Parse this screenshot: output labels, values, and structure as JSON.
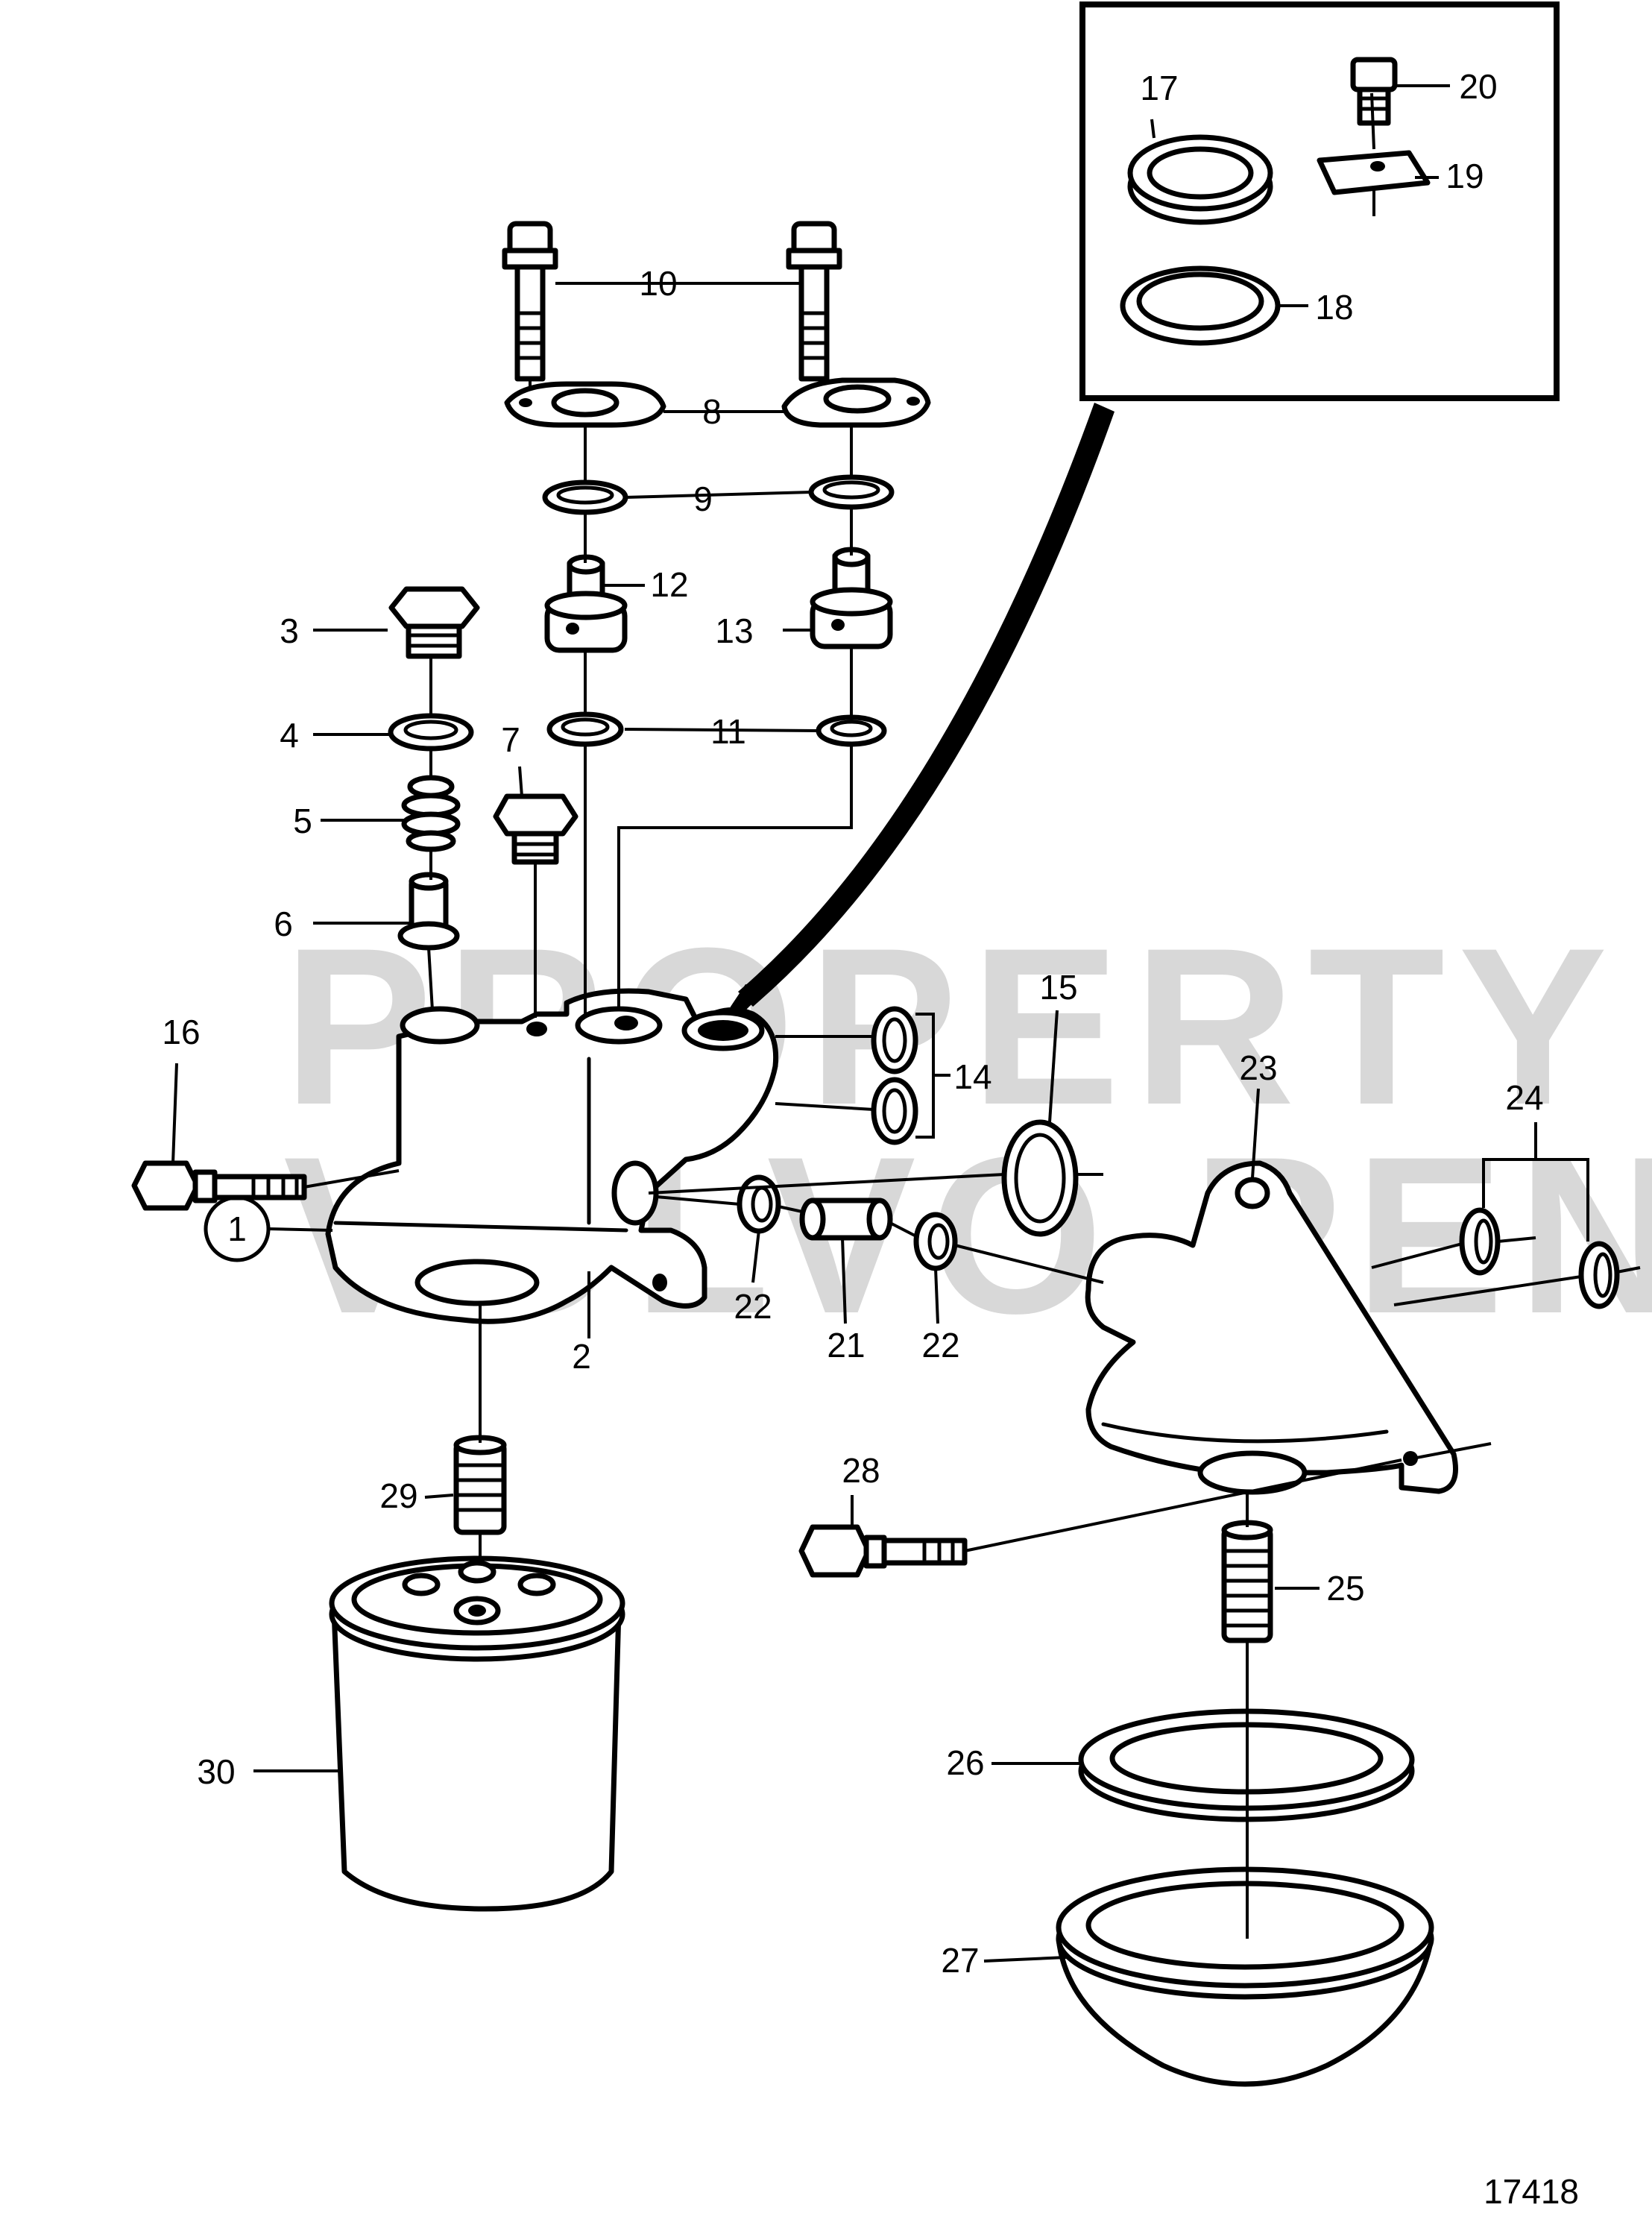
{
  "watermark": {
    "line1": "PROPERTY OF",
    "line2": "VOLVO PENTA"
  },
  "drawing_number": "17418",
  "callouts": {
    "c1": "1",
    "c2": "2",
    "c3": "3",
    "c4": "4",
    "c5": "5",
    "c6": "6",
    "c7": "7",
    "c8": "8",
    "c9": "9",
    "c10": "10",
    "c11": "11",
    "c12": "12",
    "c13": "13",
    "c14": "14",
    "c15": "15",
    "c16": "16",
    "c17": "17",
    "c18": "18",
    "c19": "19",
    "c20": "20",
    "c21": "21",
    "c22a": "22",
    "c22b": "22",
    "c23": "23",
    "c24": "24",
    "c25": "25",
    "c26": "26",
    "c27": "27",
    "c28": "28",
    "c29": "29",
    "c30": "30"
  }
}
